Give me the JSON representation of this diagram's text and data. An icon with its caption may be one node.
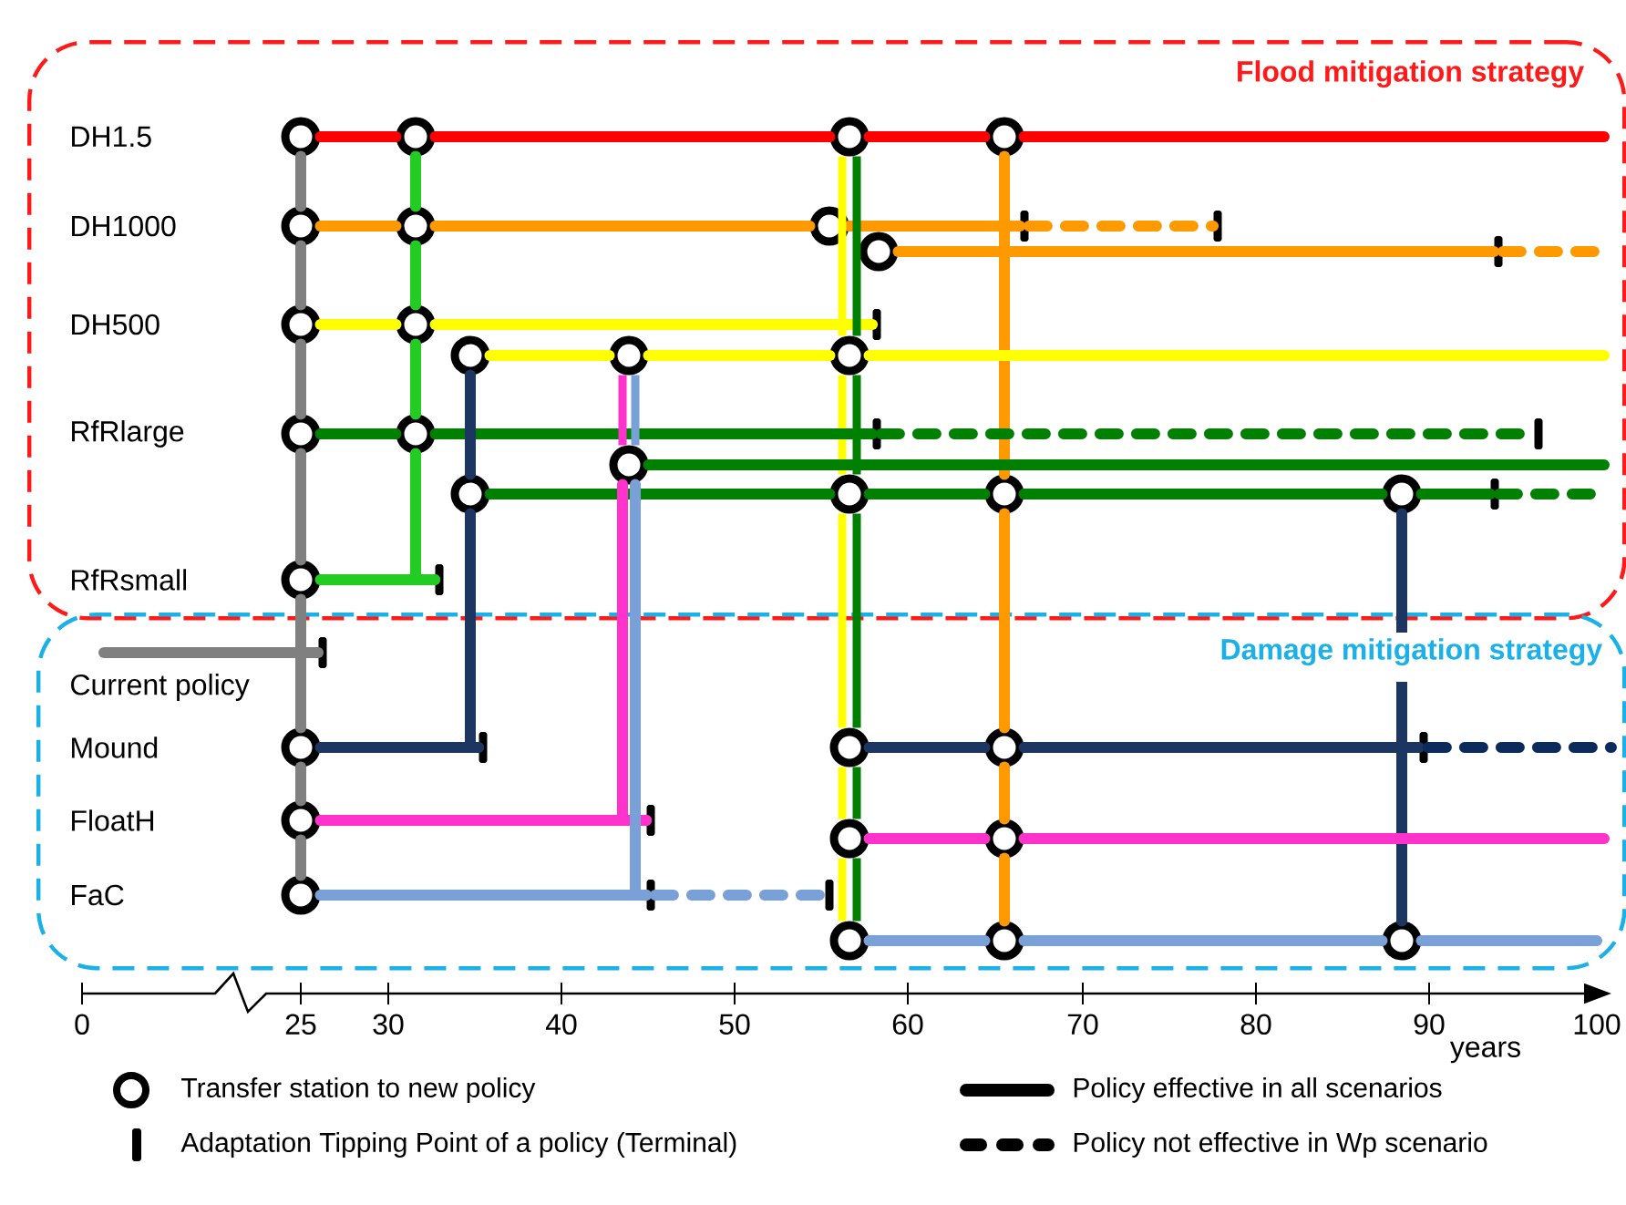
{
  "diagram": {
    "nodes": [
      {
        "text": [
          "Flood mitigation strategy"
        ]
      },
      {
        "text": [
          "Damage mitigation strategy"
        ]
      },
      {
        "text": [],
        "shape": "circle",
        "in": 0
      },
      {
        "text": [],
        "shape": "circle",
        "in": 0
      },
      {
        "text": [],
        "shape": "circle",
        "in": 0
      },
      {
        "text": [],
        "shape": "circle",
        "in": 0
      },
      {
        "text": [],
        "shape": "circle",
        "in": 0
      },
      {
        "text": [],
        "shape": "circle",
        "in": 0
      },
      {
        "text": [],
        "shape": "circle",
        "in": 0
      },
      {
        "text": [],
        "shape": "circle",
        "in": 0
      },
      {
        "text": [],
        "shape": "circle",
        "in": 0
      },
      {
        "text": [],
        "shape": "circle",
        "in": 0
      },
      {
        "text": [],
        "shape": "circle",
        "in": 0
      },
      {
        "text": [],
        "shape": "circle",
        "in": 0
      },
      {
        "text": [],
        "shape": "circle",
        "in": 0
      },
      {
        "text": [],
        "shape": "circle",
        "in": 0
      },
      {
        "text": [],
        "shape": "circle",
        "in": 0
      },
      {
        "text": [],
        "shape": "circle",
        "in": 0
      },
      {
        "text": [],
        "shape": "circle",
        "in": 0
      },
      {
        "text": [],
        "shape": "circle",
        "in": 0
      },
      {
        "text": [],
        "shape": "circle",
        "in": 0
      },
      {
        "text": [],
        "shape": "circle",
        "in": 0
      },
      {
        "text": [],
        "shape": "circle",
        "in": 0
      },
      {
        "text": [],
        "shape": "circle",
        "in": 1
      },
      {
        "text": [],
        "shape": "circle",
        "in": 1
      },
      {
        "text": [],
        "shape": "circle",
        "in": 1
      },
      {
        "text": [],
        "shape": "circle",
        "in": 1
      },
      {
        "text": [],
        "shape": "circle",
        "in": 1
      },
      {
        "text": [],
        "shape": "circle",
        "in": 1
      },
      {
        "text": [],
        "shape": "circle",
        "in": 1
      },
      {
        "text": [],
        "shape": "circle",
        "in": 1
      },
      {
        "text": [],
        "shape": "circle",
        "in": 1
      },
      {
        "text": [],
        "shape": "circle",
        "in": 1
      },
      {
        "text": [],
        "shape": "bar",
        "in": 0
      },
      {
        "text": [],
        "shape": "bar",
        "in": 0
      },
      {
        "text": [],
        "shape": "bar",
        "in": 0
      },
      {
        "text": [],
        "shape": "bar",
        "in": 0
      },
      {
        "text": [],
        "shape": "bar",
        "in": 0
      },
      {
        "text": [],
        "shape": "bar",
        "in": 0
      },
      {
        "text": [],
        "shape": "bar",
        "in": 0
      },
      {
        "text": [],
        "shape": "bar",
        "in": 0
      },
      {
        "text": [],
        "shape": "bar",
        "in": 1
      },
      {
        "text": [],
        "shape": "bar",
        "in": 1
      },
      {
        "text": [],
        "shape": "bar",
        "in": 1
      },
      {
        "text": [],
        "shape": "bar",
        "in": 1
      },
      {
        "text": [],
        "shape": "bar",
        "in": 1
      },
      {
        "text": [],
        "shape": "bar",
        "in": 1
      }
    ],
    "edges": [
      {
        "from": 2,
        "to": 3,
        "arrow": "none",
        "color": "#ff0000"
      },
      {
        "from": 3,
        "to": 4,
        "arrow": "none",
        "color": "#ff0000"
      },
      {
        "from": 4,
        "to": 5,
        "arrow": "none",
        "color": "#ff0000"
      },
      {
        "from": 5,
        "to": null,
        "arrow": "none",
        "color": "#ff0000"
      },
      {
        "from": 2,
        "to": 6,
        "arrow": "none",
        "color": "#808080"
      },
      {
        "from": 6,
        "to": 10,
        "arrow": "none",
        "color": "#808080"
      },
      {
        "from": 10,
        "to": 15,
        "arrow": "none",
        "color": "#808080"
      },
      {
        "from": 15,
        "to": 22,
        "arrow": "none",
        "color": "#808080"
      },
      {
        "from": 22,
        "to": 23,
        "arrow": "none",
        "color": "#808080"
      },
      {
        "from": 23,
        "to": 26,
        "arrow": "none",
        "color": "#808080"
      },
      {
        "from": 26,
        "to": 29,
        "arrow": "none",
        "color": "#808080"
      },
      {
        "from": null,
        "to": 41,
        "arrow": "none",
        "color": "#808080"
      },
      {
        "from": 3,
        "to": 7,
        "arrow": "none",
        "color": "#22cc22"
      },
      {
        "from": 7,
        "to": 11,
        "arrow": "none",
        "color": "#22cc22"
      },
      {
        "from": 11,
        "to": 16,
        "arrow": "none",
        "color": "#22cc22"
      },
      {
        "from": 16,
        "to": 40,
        "arrow": "none",
        "color": "#22cc22"
      },
      {
        "from": 22,
        "to": 40,
        "arrow": "none",
        "color": "#22cc22"
      },
      {
        "from": 6,
        "to": 7,
        "arrow": "none",
        "color": "#ff9900"
      },
      {
        "from": 7,
        "to": 8,
        "arrow": "none",
        "color": "#ff9900"
      },
      {
        "from": 8,
        "to": 33,
        "arrow": "none",
        "color": "#ff9900"
      },
      {
        "from": 33,
        "to": 34,
        "arrow": "none",
        "color": "#ff9900",
        "style": "dashed"
      },
      {
        "from": 9,
        "to": 35,
        "arrow": "none",
        "color": "#ff9900"
      },
      {
        "from": 35,
        "to": null,
        "arrow": "none",
        "color": "#ff9900",
        "style": "dashed"
      },
      {
        "from": 5,
        "to": 20,
        "arrow": "none",
        "color": "#ff9900"
      },
      {
        "from": 20,
        "to": 25,
        "arrow": "none",
        "color": "#ff9900"
      },
      {
        "from": 25,
        "to": 28,
        "arrow": "none",
        "color": "#ff9900"
      },
      {
        "from": 28,
        "to": 31,
        "arrow": "none",
        "color": "#ff9900"
      },
      {
        "from": 10,
        "to": 11,
        "arrow": "none",
        "color": "#ffff00"
      },
      {
        "from": 11,
        "to": 36,
        "arrow": "none",
        "color": "#ffff00"
      },
      {
        "from": 12,
        "to": 13,
        "arrow": "none",
        "color": "#ffff00"
      },
      {
        "from": 13,
        "to": 14,
        "arrow": "none",
        "color": "#ffff00"
      },
      {
        "from": 14,
        "to": null,
        "arrow": "none",
        "color": "#ffff00"
      },
      {
        "from": 4,
        "to": 14,
        "arrow": "none",
        "color": "#ffff00"
      },
      {
        "from": 14,
        "to": 19,
        "arrow": "none",
        "color": "#ffff00"
      },
      {
        "from": 19,
        "to": 24,
        "arrow": "none",
        "color": "#ffff00"
      },
      {
        "from": 24,
        "to": 27,
        "arrow": "none",
        "color": "#ffff00"
      },
      {
        "from": 27,
        "to": 30,
        "arrow": "none",
        "color": "#ffff00"
      },
      {
        "from": 4,
        "to": 14,
        "arrow": "none",
        "color": "#008000"
      },
      {
        "from": 14,
        "to": 19,
        "arrow": "none",
        "color": "#008000"
      },
      {
        "from": 19,
        "to": 24,
        "arrow": "none",
        "color": "#008000"
      },
      {
        "from": 24,
        "to": 27,
        "arrow": "none",
        "color": "#008000"
      },
      {
        "from": 27,
        "to": 30,
        "arrow": "none",
        "color": "#008000"
      },
      {
        "from": 15,
        "to": 16,
        "arrow": "none",
        "color": "#008000"
      },
      {
        "from": 16,
        "to": 37,
        "arrow": "none",
        "color": "#008000"
      },
      {
        "from": 37,
        "to": 38,
        "arrow": "none",
        "color": "#008000",
        "style": "dashed"
      },
      {
        "from": 17,
        "to": null,
        "arrow": "none",
        "color": "#008000"
      },
      {
        "from": 18,
        "to": 19,
        "arrow": "none",
        "color": "#008000"
      },
      {
        "from": 19,
        "to": 20,
        "arrow": "none",
        "color": "#008000"
      },
      {
        "from": 20,
        "to": 21,
        "arrow": "none",
        "color": "#008000"
      },
      {
        "from": 21,
        "to": 39,
        "arrow": "none",
        "color": "#008000"
      },
      {
        "from": 39,
        "to": null,
        "arrow": "none",
        "color": "#008000",
        "style": "dashed"
      },
      {
        "from": 12,
        "to": 18,
        "arrow": "none",
        "color": "#1c3661"
      },
      {
        "from": 18,
        "to": 42,
        "arrow": "none",
        "color": "#1c3661"
      },
      {
        "from": 23,
        "to": 42,
        "arrow": "none",
        "color": "#1c3661"
      },
      {
        "from": 21,
        "to": 32,
        "arrow": "none",
        "color": "#1c3661"
      },
      {
        "from": 24,
        "to": 25,
        "arrow": "none",
        "color": "#1c3661"
      },
      {
        "from": 25,
        "to": 46,
        "arrow": "none",
        "color": "#1c3661"
      },
      {
        "from": 46,
        "to": null,
        "arrow": "none",
        "color": "#0d2a5c",
        "style": "dashed"
      },
      {
        "from": 13,
        "to": 17,
        "arrow": "none",
        "color": "#ff33cc"
      },
      {
        "from": 17,
        "to": 43,
        "arrow": "none",
        "color": "#ff33cc"
      },
      {
        "from": 26,
        "to": 43,
        "arrow": "none",
        "color": "#ff33cc"
      },
      {
        "from": 27,
        "to": 28,
        "arrow": "none",
        "color": "#ff33cc"
      },
      {
        "from": 28,
        "to": null,
        "arrow": "none",
        "color": "#ff33cc"
      },
      {
        "from": 13,
        "to": 17,
        "arrow": "none",
        "color": "#7aa0d8"
      },
      {
        "from": 17,
        "to": 44,
        "arrow": "none",
        "color": "#7aa0d8"
      },
      {
        "from": 29,
        "to": 44,
        "arrow": "none",
        "color": "#7aa0d8"
      },
      {
        "from": 44,
        "to": 45,
        "arrow": "none",
        "color": "#7aa0d8",
        "style": "dashed"
      },
      {
        "from": 30,
        "to": 31,
        "arrow": "none",
        "color": "#7aa0d8"
      },
      {
        "from": 31,
        "to": 32,
        "arrow": "none",
        "color": "#7aa0d8"
      },
      {
        "from": 32,
        "to": null,
        "arrow": "none",
        "color": "#7aa0d8"
      }
    ],
    "labels": [
      "DH1.5",
      "DH1000",
      "DH500",
      "RfRlarge",
      "RfRsmall",
      "Current policy",
      "Mound",
      "FloatH",
      "FaC",
      "0",
      "25",
      "30",
      "40",
      "50",
      "60",
      "70",
      "80",
      "90",
      "100",
      "years"
    ],
    "legend": [
      {
        "text": "Transfer station to new policy"
      },
      {
        "text": "Adaptation Tipping Point of a policy (Terminal)"
      },
      {
        "text": "Policy effective in all scenarios"
      },
      {
        "text": "Policy not effective in Wp scenario"
      }
    ]
  }
}
